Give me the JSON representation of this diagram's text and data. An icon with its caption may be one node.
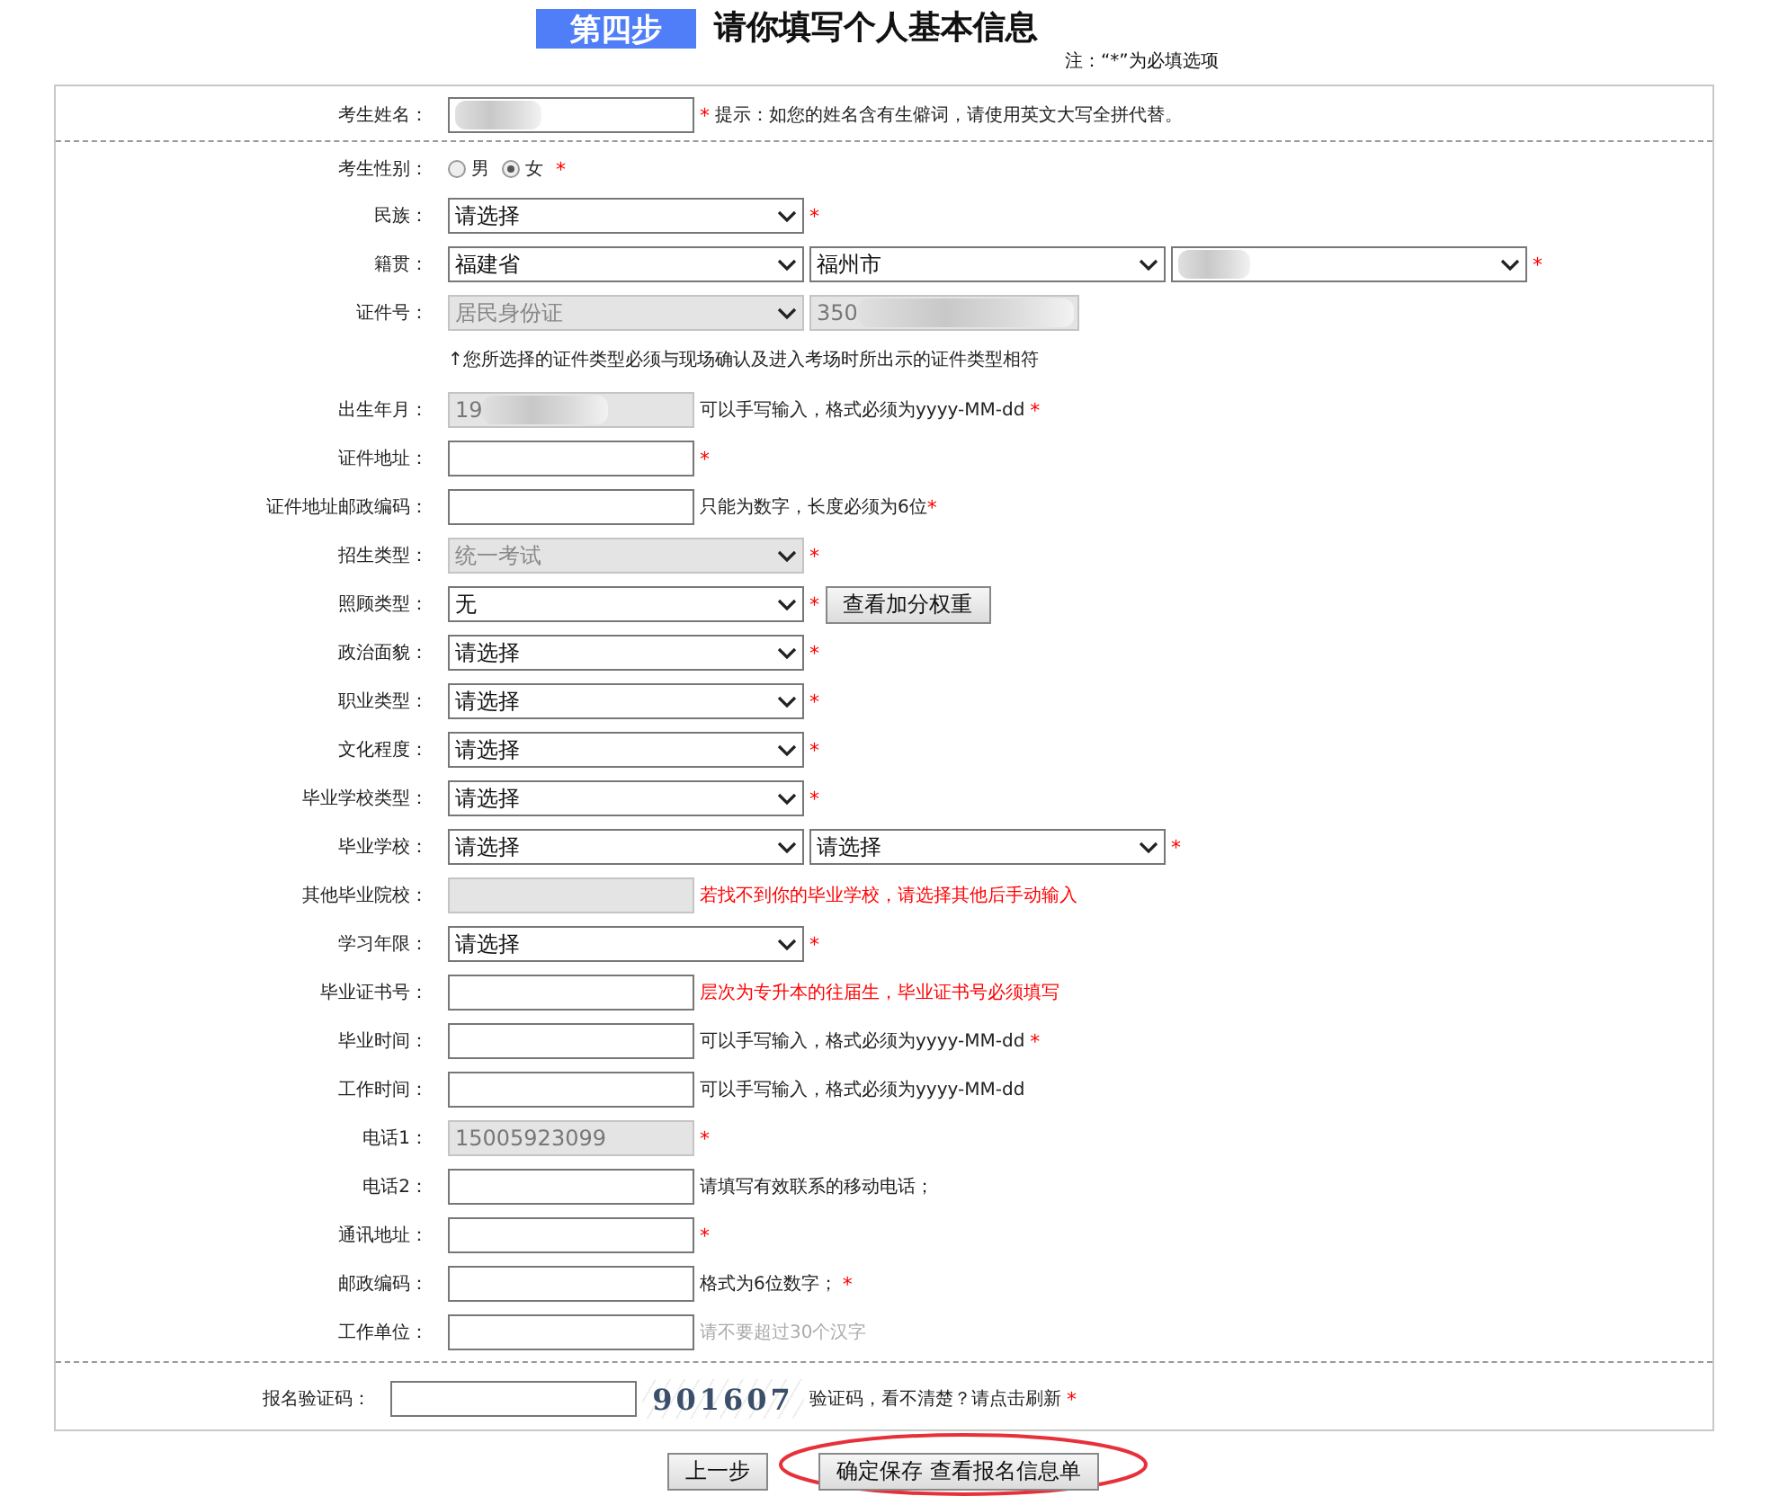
{
  "diagram": {
    "title": "请你填写个人基本信息",
    "nodes": [
      {
        "text": [
          "查看加分权重"
        ]
      },
      {
        "text": [
          "上一步"
        ]
      },
      {
        "text": [],
        "shape": "ellipse"
      },
      {
        "text": [
          "确定保存 查看报名信息单"
        ],
        "in": 2
      }
    ],
    "labels": [
      "第四步",
      "注：“*”为必填选项",
      "考生姓名：",
      "*",
      "提示：如您的姓名含有生僻词，请使用英文大写全拼代替。",
      "考生性别：",
      "男",
      "女",
      "*",
      "民族：",
      "请选择",
      "*",
      "籍贯：",
      "福建省",
      "福州市",
      "*",
      "证件号：",
      "居民身份证",
      "350",
      "↑您所选择的证件类型必须与现场确认及进入考场时所出示的证件类型相符",
      "出生年月：",
      "19",
      "可以手写输入，格式必须为yyyy-MM-dd",
      "*",
      "证件地址：",
      "*",
      "证件地址邮政编码：",
      "只能为数字，长度必须为6位",
      "*",
      "招生类型：",
      "统一考试",
      "*",
      "照顾类型：",
      "无",
      "*",
      "政治面貌：",
      "请选择",
      "*",
      "职业类型：",
      "请选择",
      "*",
      "文化程度：",
      "请选择",
      "*",
      "毕业学校类型：",
      "请选择",
      "*",
      "毕业学校：",
      "请选择",
      "请选择",
      "*",
      "其他毕业院校：",
      "若找不到你的毕业学校，请选择其他后手动输入",
      "学习年限：",
      "请选择",
      "*",
      "毕业证书号：",
      "层次为专升本的往届生，毕业证书号必须填写",
      "毕业时间：",
      "可以手写输入，格式必须为yyyy-MM-dd",
      "*",
      "工作时间：",
      "可以手写输入，格式必须为yyyy-MM-dd",
      "电话1：",
      "15005923099",
      "*",
      "电话2：",
      "请填写有效联系的移动电话；",
      "通讯地址：",
      "*",
      "邮政编码：",
      "格式为6位数字；",
      "*",
      "工作单位：",
      "请不要超过30个汉字",
      "报名验证码：",
      "901607",
      "验证码，看不清楚？请点击刷新",
      "*"
    ]
  }
}
